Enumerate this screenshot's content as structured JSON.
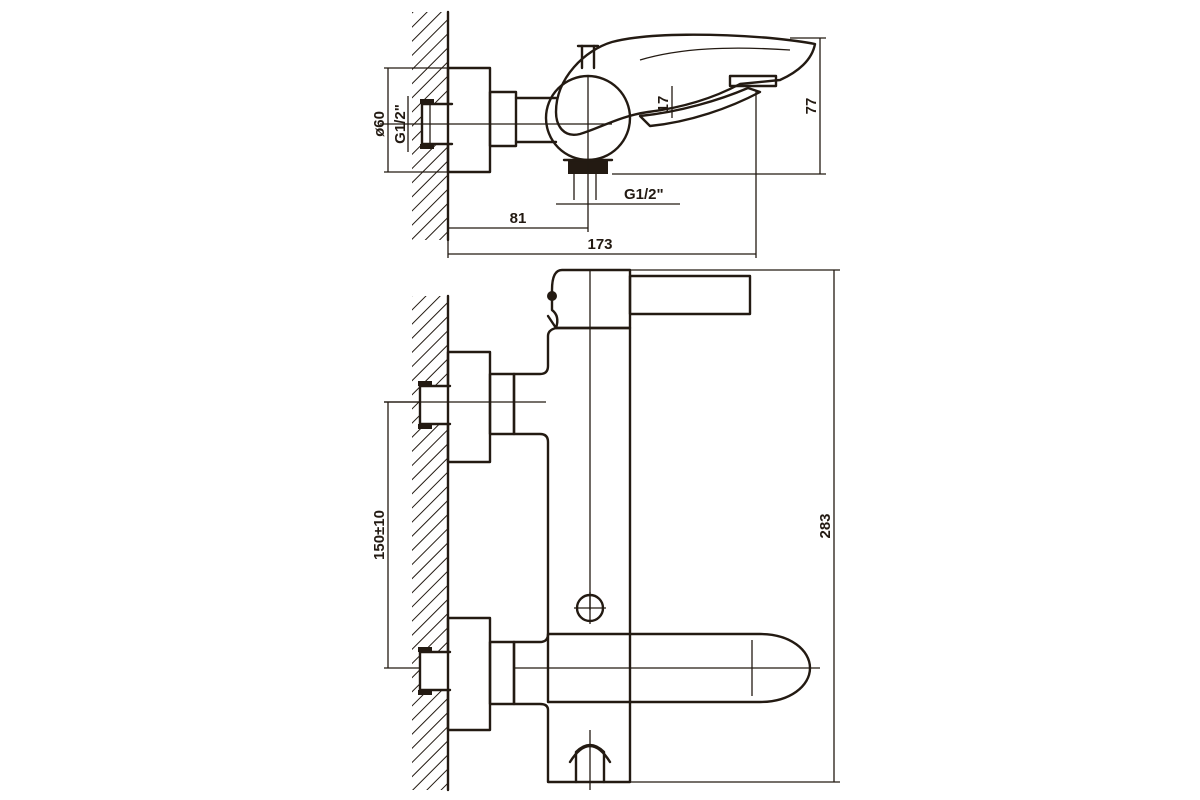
{
  "dimensions": {
    "top_view": {
      "diameter": "ø60",
      "thread_wall": "G1/2\"",
      "thread_outlet": "G1/2\"",
      "handle_offset": "17",
      "height": "77",
      "depth_to_outlet": "81",
      "depth_total": "173"
    },
    "front_view": {
      "inlet_spacing": "150±10",
      "height_total": "283"
    }
  },
  "colors": {
    "line": "#231a12",
    "background": "#ffffff"
  }
}
